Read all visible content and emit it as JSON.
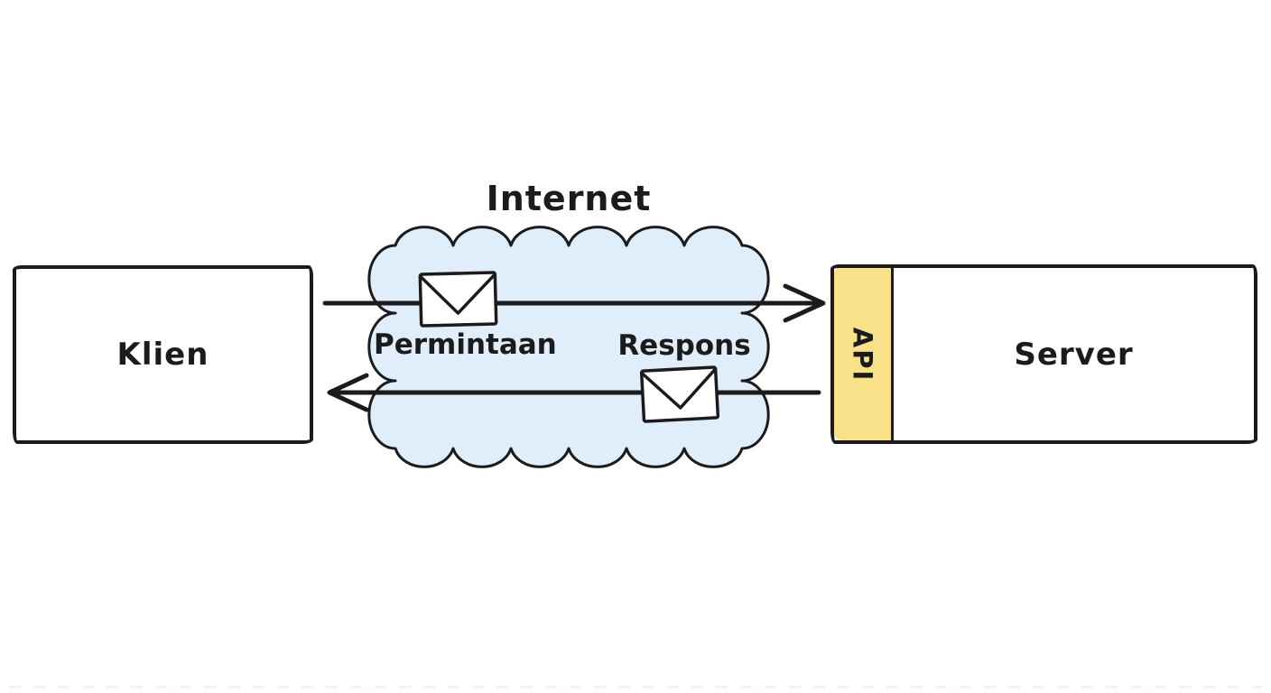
{
  "labels": {
    "internet": "Internet",
    "client": "Klien",
    "server": "Server",
    "api": "API",
    "request": "Permintaan",
    "response": "Respons"
  },
  "flows": {
    "request": {
      "label": "Permintaan",
      "direction": "client-to-server",
      "icon": "envelope-icon"
    },
    "response": {
      "label": "Respons",
      "direction": "server-to-client",
      "icon": "envelope-icon"
    }
  },
  "colors": {
    "ink": "#1b1b1b",
    "cloud-fill": "#e0edfa",
    "api-fill": "#f9e18a",
    "box-fill": "#ffffff"
  },
  "style": "hand-drawn-sketch"
}
